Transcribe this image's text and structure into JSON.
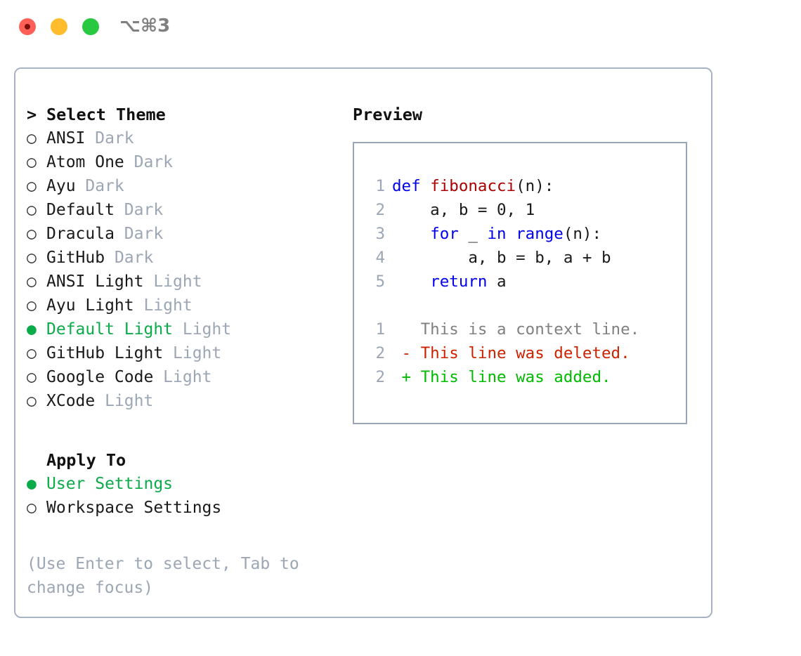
{
  "window": {
    "traffic_lights": [
      "close",
      "minimize",
      "maximize"
    ],
    "shortcut": "⌥⌘3"
  },
  "colors": {
    "selected_green": "#0bab4a",
    "muted_gray": "#9ca6b4",
    "border": "#a8b2c0",
    "preview_border": "#9aa5b5",
    "keyword_blue": "#0000ee",
    "function_red": "#aa0000",
    "diff_deleted": "#cc2200",
    "diff_added": "#00bb00",
    "light_red": "#ff5f57",
    "light_yellow": "#ffbd2e",
    "light_green": "#28c840"
  },
  "theme_section": {
    "header": "Select Theme",
    "caret": ">",
    "marker_selected": "●",
    "marker_unselected": "○",
    "items": [
      {
        "label": "ANSI",
        "tag": "Dark",
        "selected": false
      },
      {
        "label": "Atom One",
        "tag": "Dark",
        "selected": false
      },
      {
        "label": "Ayu",
        "tag": "Dark",
        "selected": false
      },
      {
        "label": "Default",
        "tag": "Dark",
        "selected": false
      },
      {
        "label": "Dracula",
        "tag": "Dark",
        "selected": false
      },
      {
        "label": "GitHub",
        "tag": "Dark",
        "selected": false
      },
      {
        "label": "ANSI Light",
        "tag": "Light",
        "selected": false
      },
      {
        "label": "Ayu Light",
        "tag": "Light",
        "selected": false
      },
      {
        "label": "Default Light",
        "tag": "Light",
        "selected": true
      },
      {
        "label": "GitHub Light",
        "tag": "Light",
        "selected": false
      },
      {
        "label": "Google Code",
        "tag": "Light",
        "selected": false
      },
      {
        "label": "XCode",
        "tag": "Light",
        "selected": false
      }
    ]
  },
  "apply_section": {
    "header": "Apply To",
    "items": [
      {
        "label": "User Settings",
        "selected": true
      },
      {
        "label": "Workspace Settings",
        "selected": false
      }
    ]
  },
  "hint": "(Use Enter to select, Tab to change focus)",
  "preview": {
    "title": "Preview",
    "code_lines": [
      {
        "no": "1",
        "tokens": [
          {
            "t": "def ",
            "c": "kw"
          },
          {
            "t": "fibonacci",
            "c": "fn"
          },
          {
            "t": "(n):",
            "c": "plain"
          }
        ]
      },
      {
        "no": "2",
        "tokens": [
          {
            "t": "    a, b = 0, 1",
            "c": "plain"
          }
        ]
      },
      {
        "no": "3",
        "tokens": [
          {
            "t": "    ",
            "c": "plain"
          },
          {
            "t": "for",
            "c": "kw"
          },
          {
            "t": " _ ",
            "c": "plain"
          },
          {
            "t": "in",
            "c": "kw"
          },
          {
            "t": " ",
            "c": "plain"
          },
          {
            "t": "range",
            "c": "kw"
          },
          {
            "t": "(n):",
            "c": "plain"
          }
        ]
      },
      {
        "no": "4",
        "tokens": [
          {
            "t": "        a, b = b, a + b",
            "c": "plain"
          }
        ]
      },
      {
        "no": "5",
        "tokens": [
          {
            "t": "    ",
            "c": "plain"
          },
          {
            "t": "return",
            "c": "kw"
          },
          {
            "t": " a",
            "c": "plain"
          }
        ]
      }
    ],
    "diff_lines": [
      {
        "no": "1",
        "sign": " ",
        "text": "This is a context line.",
        "c": "ctx"
      },
      {
        "no": "2",
        "sign": "-",
        "text": "This line was deleted.",
        "c": "del"
      },
      {
        "no": "2",
        "sign": "+",
        "text": "This line was added.",
        "c": "add"
      }
    ]
  }
}
